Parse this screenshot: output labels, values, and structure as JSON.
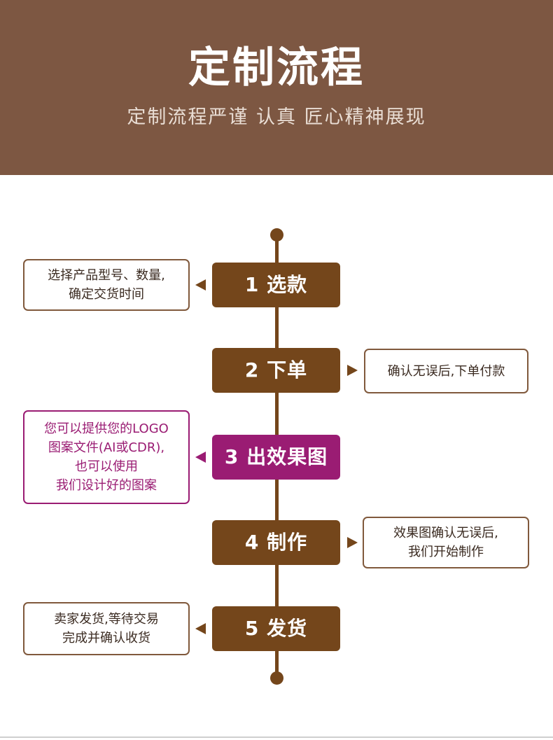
{
  "header": {
    "title": "定制流程",
    "subtitle": "定制流程严谨 认真 匠心精神展现"
  },
  "colors": {
    "header_bg": "#7d5742",
    "step_bg": "#74461b",
    "highlight": "#9a1c73"
  },
  "steps": [
    {
      "label": "1 选款",
      "note_lines": [
        "选择产品型号、数量,",
        "确定交货时间"
      ],
      "side": "left",
      "highlight": false
    },
    {
      "label": "2 下单",
      "note_lines": [
        "确认无误后,下单付款"
      ],
      "side": "right",
      "highlight": false
    },
    {
      "label": "3 出效果图",
      "note_lines": [
        "您可以提供您的LOGO",
        "图案文件(AI或CDR),",
        "也可以使用",
        "我们设计好的图案"
      ],
      "side": "left",
      "highlight": true
    },
    {
      "label": "4 制作",
      "note_lines": [
        "效果图确认无误后,",
        "我们开始制作"
      ],
      "side": "right",
      "highlight": false
    },
    {
      "label": "5 发货",
      "note_lines": [
        "卖家发货,等待交易",
        "完成并确认收货"
      ],
      "side": "left",
      "highlight": false
    }
  ]
}
